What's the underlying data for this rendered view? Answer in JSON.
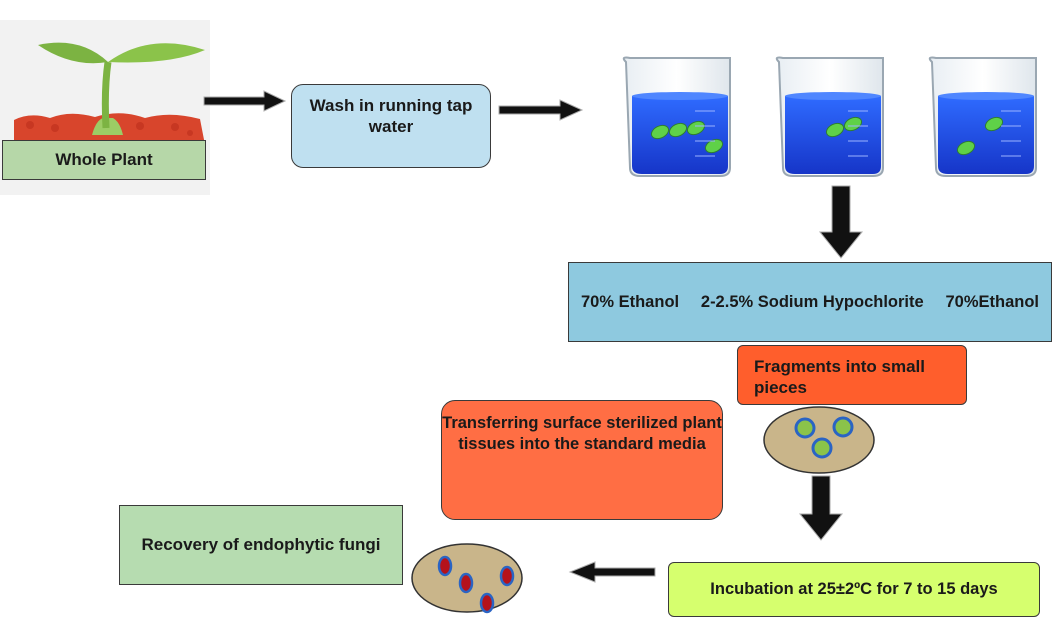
{
  "steps": {
    "whole_plant": "Whole Plant",
    "wash": "Wash in running tap water",
    "ethanol_1": "70% Ethanol",
    "hypochlorite": "2-2.5% Sodium Hypochlorite",
    "ethanol_2": "70%Ethanol",
    "fragments": "Fragments into small pieces",
    "transfer": "Transferring surface sterilized plant tissues into the standard media",
    "incubation": "Incubation at 25±2ºC for 7 to 15 days",
    "recovery": "Recovery of endophytic fungi"
  },
  "colors": {
    "soil": "#d8452c",
    "sprout": "#8bc34a",
    "liquid": "#1f4fe0",
    "leaf": "#5fd148",
    "dish": "#c9b58a",
    "tissue_ring": "#2a64c4",
    "fungus": "#b5121b",
    "arrow": "#111111"
  },
  "icons": [
    "sprout-icon",
    "beaker-icon",
    "petri-dish-icon",
    "arrow-icon"
  ]
}
